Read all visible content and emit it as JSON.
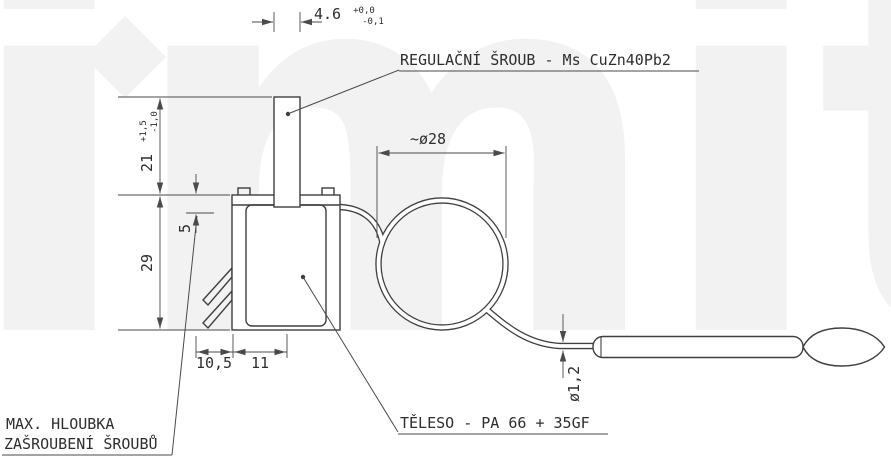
{
  "watermark": {
    "text": "imit"
  },
  "labels": {
    "regulating_screw": "REGULAČNÍ ŠROUB - Ms CuZn40Pb2",
    "body_material": "TĚLESO - PA 66 + 35GF",
    "max_depth_line1": "MAX. HLOUBKA",
    "max_depth_line2": "ZAŠROUBENÍ ŠROUBŮ"
  },
  "dimensions": {
    "screw_flat_width": {
      "value": "4.6",
      "tol_plus": "+0,0",
      "tol_minus": "-0,1"
    },
    "stem_height": {
      "value": "21",
      "tol_plus": "+1,5",
      "tol_minus": "-1,0"
    },
    "body_height": "29",
    "max_screw_depth": "5",
    "terminal_offset": "10,5",
    "stem_offset": "11",
    "coil_diameter": "~ø28",
    "capillary_diameter": "ø1,2"
  },
  "colors": {
    "outline": "#3f3f3f",
    "dimension_line": "#4a4a4a",
    "text": "#2e2e2e",
    "watermark": "#f2f2f2",
    "background": "#ffffff"
  }
}
